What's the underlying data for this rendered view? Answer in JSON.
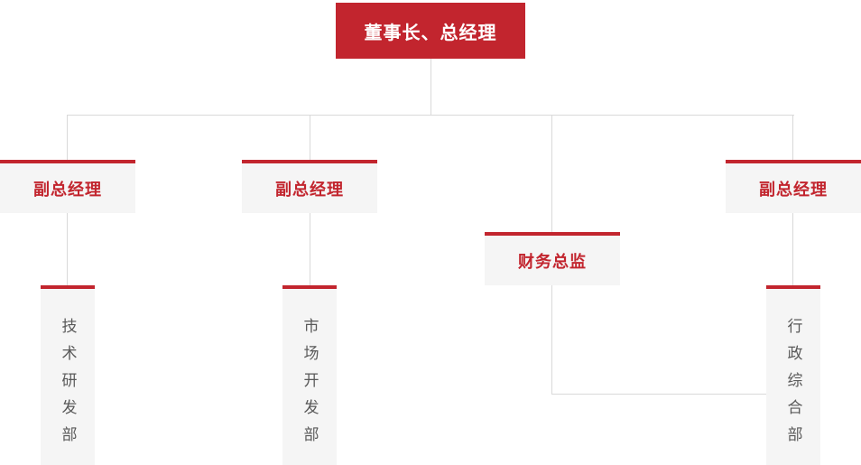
{
  "palette": {
    "accent_red": "#c2252e",
    "node_background": "#f5f5f5",
    "connector_gray": "#d9d9d9",
    "dept_text_gray": "#595959",
    "root_text": "#ffffff"
  },
  "org_chart": {
    "root": {
      "id": "chairman-gm",
      "label": "董事长、总经理"
    },
    "level2": [
      {
        "id": "vice1",
        "label": "副总经理"
      },
      {
        "id": "vice2",
        "label": "副总经理"
      },
      {
        "id": "cfo",
        "label": "财务总监"
      },
      {
        "id": "vice3",
        "label": "副总经理"
      }
    ],
    "departments": [
      {
        "id": "dept-tech",
        "label": "技术研发部"
      },
      {
        "id": "dept-market",
        "label": "市场开发部"
      },
      {
        "id": "dept-admin",
        "label": "行政综合部"
      }
    ],
    "edges": [
      {
        "from": "chairman-gm",
        "to": "vice1"
      },
      {
        "from": "chairman-gm",
        "to": "vice2"
      },
      {
        "from": "chairman-gm",
        "to": "cfo"
      },
      {
        "from": "chairman-gm",
        "to": "vice3"
      },
      {
        "from": "vice1",
        "to": "dept-tech"
      },
      {
        "from": "vice2",
        "to": "dept-market"
      },
      {
        "from": "vice3",
        "to": "dept-admin"
      },
      {
        "from": "cfo",
        "to": "dept-admin"
      }
    ]
  }
}
